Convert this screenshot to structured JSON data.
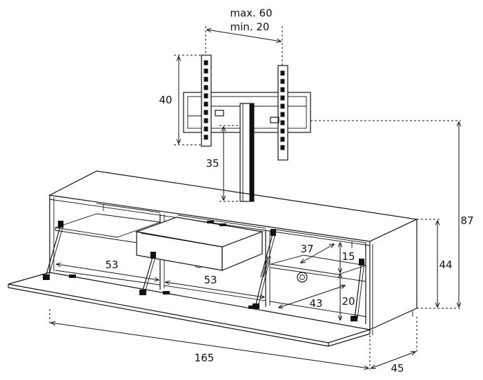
{
  "dimensions": {
    "bracket_width_max": "max. 60",
    "bracket_width_min": "min. 20",
    "bracket_height": "40",
    "column_height": "35",
    "total_height": "87",
    "cabinet_height": "44",
    "compartment_width_left": "53",
    "compartment_width_center": "53",
    "compartment_depth": "37",
    "upper_shelf_height": "15",
    "right_compartment_width": "43",
    "lower_shelf_height": "20",
    "total_width": "165",
    "depth": "45"
  }
}
